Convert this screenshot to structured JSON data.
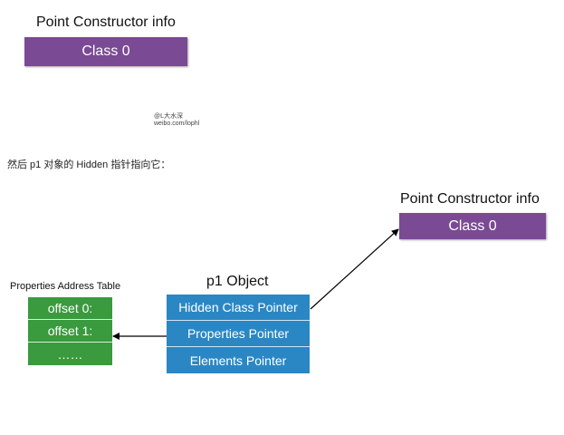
{
  "top_diagram": {
    "title": "Point Constructor info",
    "box_label": "Class 0"
  },
  "watermark": {
    "line1": "@L大水深",
    "line2": "weibo.com/lophl"
  },
  "caption": "然后 p1 对象的 Hidden 指针指向它：",
  "bottom_diagram": {
    "constructor_title": "Point Constructor info",
    "constructor_box_label": "Class 0",
    "object_title": "p1 Object",
    "object_rows": [
      "Hidden Class Pointer",
      "Properties Pointer",
      "Elements Pointer"
    ],
    "table_title": "Properties Address Table",
    "table_rows": [
      "offset 0:",
      "offset 1:",
      "……"
    ]
  },
  "colors": {
    "purple": "#7a4a94",
    "green": "#3a9a3e",
    "blue": "#2a87c4"
  }
}
